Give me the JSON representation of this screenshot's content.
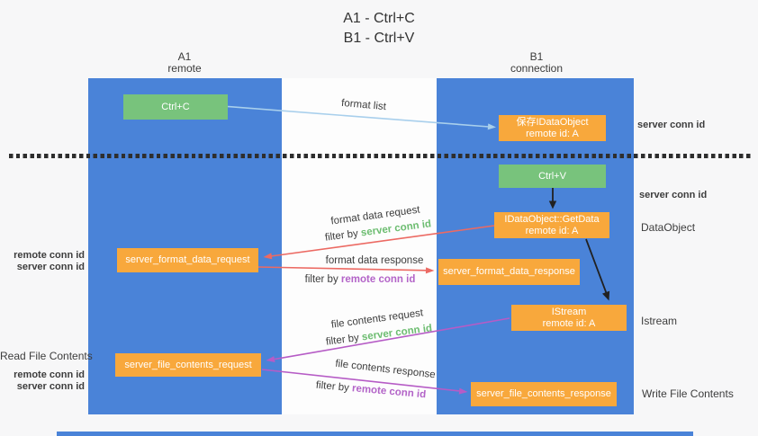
{
  "title": {
    "line1": "A1 - Ctrl+C",
    "line2": "B1 - Ctrl+V"
  },
  "lanes": {
    "left": {
      "name": "A1",
      "subtitle": "remote"
    },
    "right": {
      "name": "B1",
      "subtitle": "connection"
    }
  },
  "nodes": {
    "ctrl_c": {
      "label": "Ctrl+C"
    },
    "save_obj": {
      "line1": "保存IDataObject",
      "line2": "remote id: A"
    },
    "ctrl_v": {
      "label": "Ctrl+V"
    },
    "getdata": {
      "line1": "IDataObject::GetData",
      "line2": "remote id: A"
    },
    "format_request": {
      "label": "server_format_data_request"
    },
    "format_response": {
      "label": "server_format_data_response"
    },
    "istream": {
      "line1": "IStream",
      "line2": "remote id: A"
    },
    "file_request": {
      "label": "server_file_contents_request"
    },
    "file_response": {
      "label": "server_file_contents_response"
    }
  },
  "arrow_labels": {
    "format_list": "format list",
    "format_data_request": {
      "text": "format data request",
      "filter": "filter by",
      "key": "server conn id"
    },
    "format_data_response": {
      "text": "format data response",
      "filter": "filter by",
      "key": "remote conn id"
    },
    "file_contents_request": {
      "text": "file contents request",
      "filter": "filter by",
      "key": "server conn id"
    },
    "file_contents_response": {
      "text": "file contents response",
      "filter": "filter by",
      "key": "remote conn id"
    }
  },
  "right_labels": {
    "server_conn_top": "server conn id",
    "server_conn_mid": "server conn id",
    "dataobject": "DataObject",
    "istream": "Istream",
    "write_file_contents": "Write File Contents"
  },
  "left_labels": {
    "group1": {
      "remote": "remote conn id",
      "server": "server conn id"
    },
    "read_file_contents": "Read File Contents",
    "group2": {
      "remote": "remote conn id",
      "server": "server conn id"
    }
  },
  "colors": {
    "lane_blue": "#4a83d8",
    "box_orange": "#f8a83c",
    "box_green": "#78c37c",
    "arrow_red": "#ec6a63",
    "arrow_purple": "#b65cc6",
    "arrow_light_blue": "#a8cfec",
    "arrow_black": "#212121",
    "text_green": "#6dbd71",
    "text_purple": "#b364c8",
    "text_dark": "#3c3c3c"
  }
}
